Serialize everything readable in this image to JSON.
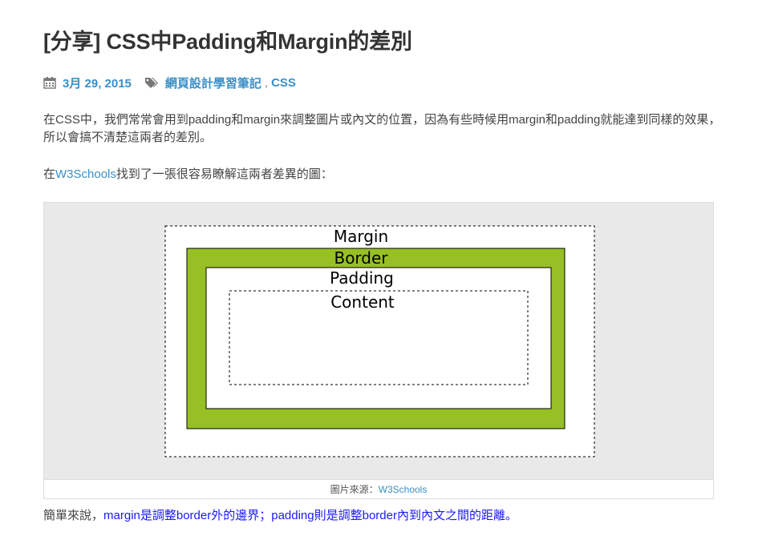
{
  "post": {
    "title": "[分享] CSS中Padding和Margin的差別",
    "date": "3月 29, 2015",
    "tags": [
      "網頁設計學習筆記",
      "CSS"
    ],
    "tag_separator": ",",
    "icons": {
      "date": "calendar-icon",
      "tags": "tags-icon"
    }
  },
  "content": {
    "para1": "在CSS中，我們常常會用到padding和margin來調整圖片或內文的位置，因為有些時候用margin和padding就能達到同樣的效果，所以會搞不清楚這兩者的差別。",
    "para2_prefix": "在",
    "para2_link": "W3Schools",
    "para2_suffix": "找到了一張很容易瞭解這兩者差異的圖：",
    "para3_prefix": "簡單來說，",
    "para3_blue": "margin是調整border外的邊界；padding則是調整border內到內文之間的距離。"
  },
  "figure": {
    "labels": {
      "margin": "Margin",
      "border": "Border",
      "padding": "Padding",
      "content": "Content"
    },
    "colors": {
      "background": "#e9e9e9",
      "border": "#97c024",
      "inner": "#ffffff"
    },
    "caption_prefix": "圖片來源：",
    "caption_link": "W3Schools"
  }
}
